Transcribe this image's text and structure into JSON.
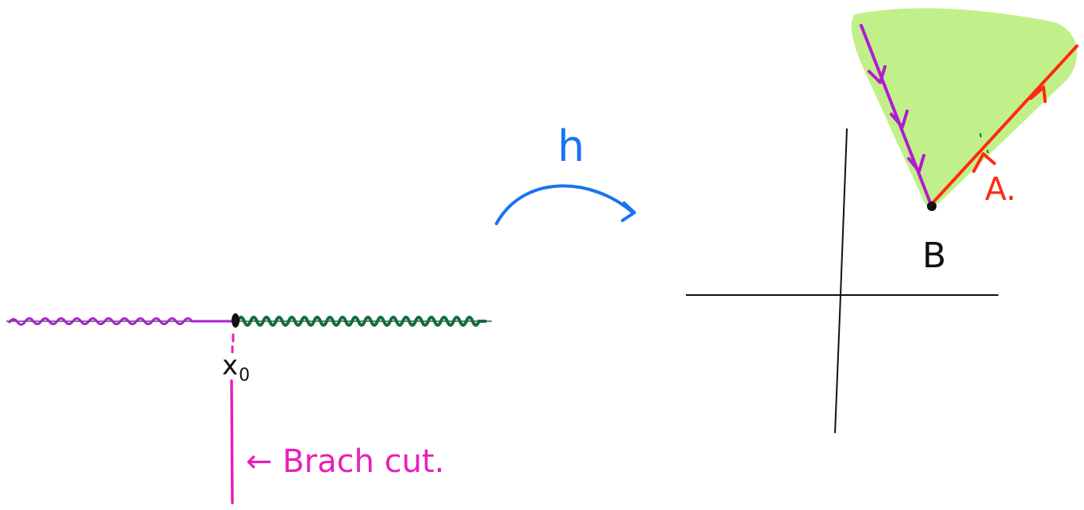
{
  "labels": {
    "map_name": "h",
    "point_left": "x",
    "point_left_subscript": "0",
    "branch_cut": "← Brach cut.",
    "point_b": "B",
    "label_a": "A."
  },
  "colors": {
    "purple": "#b21bd3",
    "green": "#0f6e3e",
    "magenta": "#e81fb8",
    "blue": "#1a73f0",
    "red": "#ff2a10",
    "shade": "#c1f08a",
    "black": "#111111"
  }
}
